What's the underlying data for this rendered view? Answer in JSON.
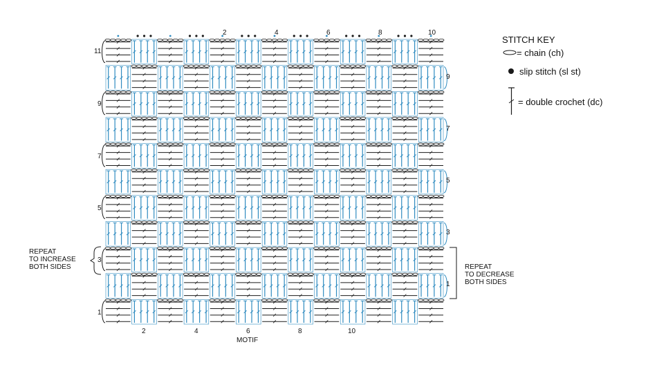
{
  "diagram": {
    "grid": {
      "columns": 13,
      "rows": 11,
      "chain_color": "#1a1a1a",
      "dc_color": "#2e8bc0"
    },
    "top_numbers": [
      "2",
      "4",
      "6",
      "8",
      "10"
    ],
    "bottom_numbers": [
      "2",
      "4",
      "6",
      "8",
      "10"
    ],
    "bottom_label": "MOTIF",
    "left_row_numbers": [
      "11",
      "9",
      "7",
      "5",
      "3",
      "1"
    ],
    "right_row_numbers": [
      "9",
      "7",
      "5",
      "3",
      "1"
    ],
    "left_note": "REPEAT\nTO INCREASE\nBOTH SIDES",
    "right_note": "REPEAT\nTO DECREASE\nBOTH SIDES"
  },
  "stitch_key": {
    "title": "STITCH KEY",
    "chain": "= chain (ch)",
    "slip": "slip stitch (sl st)",
    "dc": "= double crochet (dc)"
  }
}
